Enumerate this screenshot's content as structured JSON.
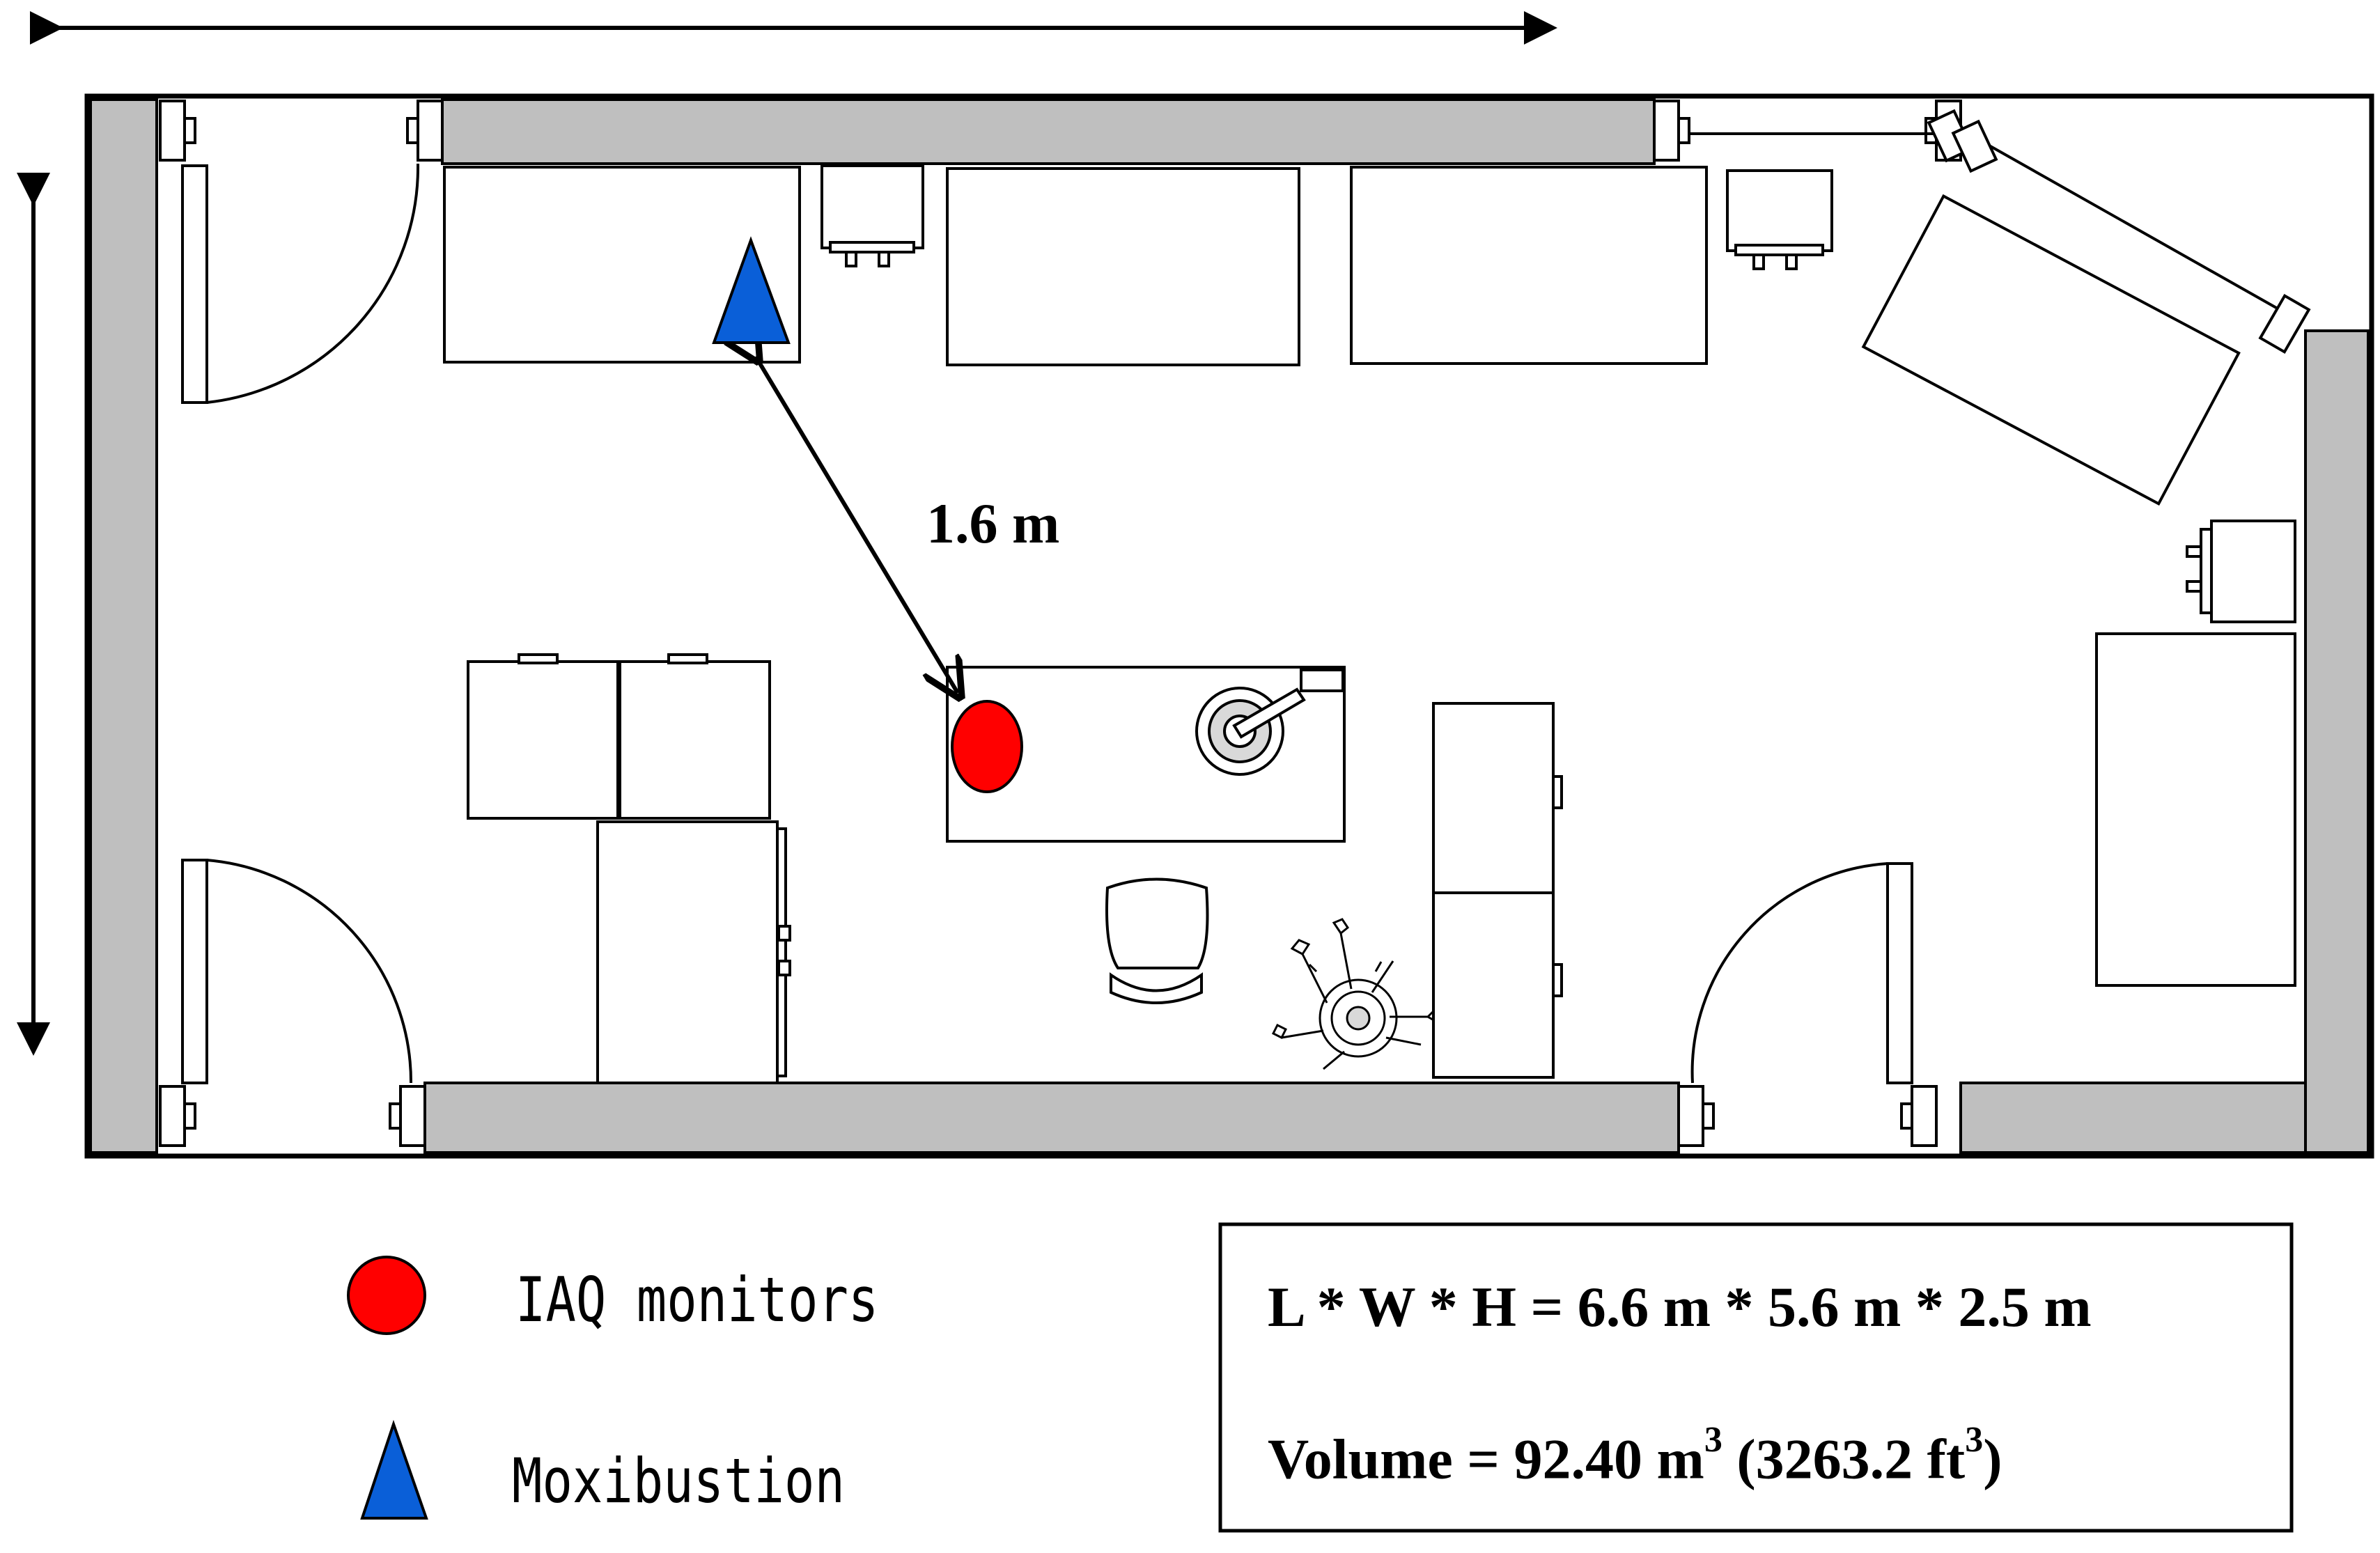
{
  "distance_label": "1.6 m",
  "legend": [
    {
      "icon": "red-circle-icon",
      "label": "IAQ monitors",
      "color": "#ff0000"
    },
    {
      "icon": "blue-triangle-icon",
      "label": "Moxibustion",
      "color": "#0a5fd8"
    }
  ],
  "room_info": {
    "dimensions": "L * W * H = 6.6 m * 5.6 m * 2.5 m",
    "volume_prefix": "Volume = 92.40 m",
    "volume_exp1": "3",
    "volume_mid": " (3263.2 ft",
    "volume_exp2": "3",
    "volume_suffix": ")"
  },
  "colors": {
    "wall": "#bfbfbf",
    "iaq": "#ff0000",
    "moxi": "#0a5fd8",
    "line": "#000000"
  }
}
